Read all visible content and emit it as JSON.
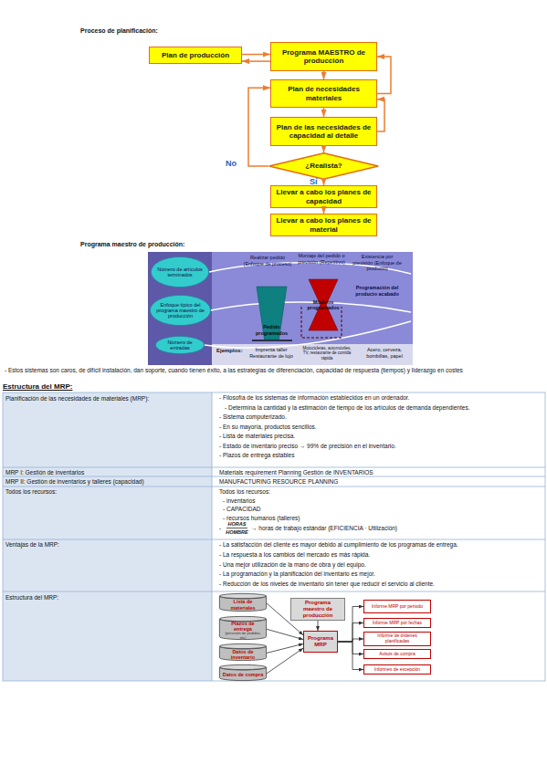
{
  "diagram": {
    "nodes": [
      {
        "text": [
          "Plan de producción"
        ]
      },
      {
        "text": [
          "Programa MAESTRO de producción"
        ]
      },
      {
        "text": [
          "Plan de necesidades materiales"
        ]
      },
      {
        "text": [
          "Plan de las necesidades de capacidad al detalle"
        ]
      },
      {
        "text": [
          "¿Realista?"
        ]
      },
      {
        "text": [
          "Llevar a cabo los planes de capacidad"
        ]
      },
      {
        "text": [
          "Llevar a cabo los planes de material"
        ]
      },
      {
        "text": [
          "Número de artículos terminados"
        ]
      },
      {
        "text": [
          "Enfoque típico del programa maestro de producción"
        ]
      },
      {
        "text": [
          "Número de entradas"
        ]
      },
      {
        "text": [
          "Pedido programados"
        ]
      },
      {
        "text": [
          "Módulos programados"
        ]
      },
      {
        "text": [
          "Lista de materiales"
        ]
      },
      {
        "text": [
          "Plazos de entrega",
          "(previsión de pedidos, etc)"
        ]
      },
      {
        "text": [
          "Datos de inventario"
        ]
      },
      {
        "text": [
          "Datos de compra"
        ]
      },
      {
        "text": [
          "Programa maestro de producción"
        ]
      },
      {
        "text": [
          "Programa MRP"
        ]
      },
      {
        "text": [
          "Informe MRP por periodo"
        ]
      },
      {
        "text": [
          "Informe MRP por fechas"
        ]
      },
      {
        "text": [
          "Informe de órdenes planificadas"
        ]
      },
      {
        "text": [
          "Avisos de compra"
        ]
      },
      {
        "text": [
          "Informes de excepción"
        ]
      }
    ],
    "edges": [
      {
        "from": 0,
        "to": 1,
        "arrow": "to"
      },
      {
        "from": 1,
        "to": 0,
        "arrow": "to"
      },
      {
        "from": 1,
        "to": 2,
        "arrow": "to"
      },
      {
        "from": 2,
        "to": 3,
        "arrow": "to"
      },
      {
        "from": 3,
        "to": 4,
        "arrow": "to"
      },
      {
        "from": 4,
        "to": 5,
        "label": "Sí",
        "arrow": "to"
      },
      {
        "from": 5,
        "to": 6,
        "arrow": "to"
      },
      {
        "from": 4,
        "to": 2,
        "label": "No",
        "arrow": "to"
      },
      {
        "from": 2,
        "to": 1,
        "arrow": "to"
      },
      {
        "from": 3,
        "to": 2,
        "arrow": "to"
      },
      {
        "from": 12,
        "to": 17,
        "arrow": "to"
      },
      {
        "from": 13,
        "to": 17,
        "arrow": "to"
      },
      {
        "from": 14,
        "to": 17,
        "arrow": "to"
      },
      {
        "from": 15,
        "to": 17,
        "arrow": "to"
      },
      {
        "from": 16,
        "to": 17,
        "arrow": "to"
      },
      {
        "from": 17,
        "to": 18,
        "arrow": "to"
      },
      {
        "from": 17,
        "to": 19,
        "arrow": "to"
      },
      {
        "from": 17,
        "to": 20,
        "arrow": "to"
      },
      {
        "from": 17,
        "to": 21,
        "arrow": "to"
      },
      {
        "from": 17,
        "to": 22,
        "arrow": "to"
      }
    ],
    "labels": [
      "Proceso de planificación:",
      "Programa maestro de producción:",
      "Realizar pedido (Enfoque de proceso)",
      "Montaje del pedido o previsión (Repetitivo)",
      "Existencia por previsión (Enfoque de producto)",
      "Programación del producto acabado",
      "Ejemplos:",
      "Imprenta taller Restaurante de lujo",
      "Motocicletas, automóviles, TV, restaurante de comida rápida",
      "Acero, cerveza, bombillas, papel",
      "- Estos sistemas son caros, de difícil instalación, dan soporte, cuando tienen éxito, a las estrategias de diferenciación, capacidad de respuesta (tiempos) y liderazgo en costes",
      "Estructura del MRP:",
      "Planificación de las necesidades de materiales (MRP):",
      "- Filosofía de los sistemas de información establecidos en un ordenador.",
      "- Determina la cantidad y la estimación de tiempo de los artículos de demanda dependientes.",
      "- Sistema computerizado.",
      "- En su mayoría, productos sencillos.",
      "- Lista de materiales precisa.",
      "- Estado de inventario preciso → 99% de precisión en el inventario.",
      "- Plazos de entrega estables",
      "MRP I: Gestión de inventarios",
      "Materials requirement Planning Gestión de INVENTARIOS",
      "MRP II: Gestión de inventarios y talleres (capacidad)",
      "MANUFACTURING RESOURCE PLANNING",
      "Todos los recursos:",
      "Todos los recursos:",
      "- inventarios",
      "- CAPACIDAD",
      "- recursos humanos (talleres)",
      "-",
      "HORAS",
      "HOMBRE",
      "→ horas de trabajo estándar (EFICIENCIA · Utilización)",
      "Ventajas de la MRP:",
      "- La satisfacción del cliente es mayor debido al cumplimiento de los programas de entrega.",
      "- La respuesta a los cambios del mercado es más rápida.",
      "- Una mejor utilización de la mano de obra y del equipo.",
      "- La programación y la planificación del inventario es mejor.",
      "- Reducción de los niveles de inventario sin tener que reducir el servicio al cliente.",
      "Estructura del MRP:"
    ]
  }
}
